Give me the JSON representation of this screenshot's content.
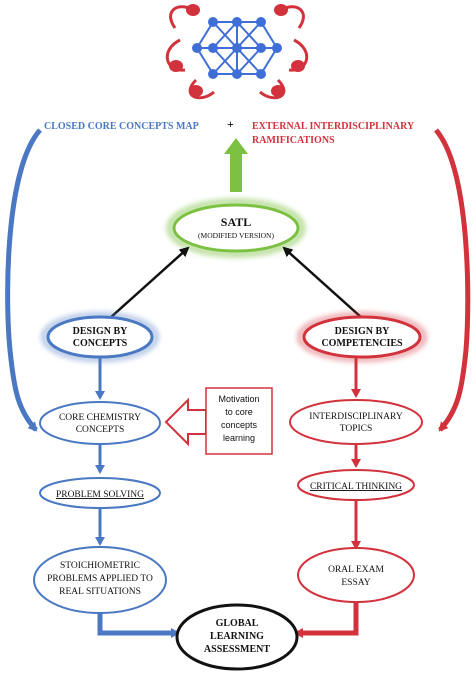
{
  "top_left_label": "CLOSED CORE CONCEPTS MAP",
  "plus_sign": "+",
  "top_right_label_line1": "EXTERNAL INTERDISCIPLINARY",
  "top_right_label_line2": "RAMIFICATIONS",
  "satl_title": "SATL",
  "satl_subtitle": "(MODIFIED VERSION)",
  "design_concepts_line1": "DESIGN BY",
  "design_concepts_line2": "CONCEPTS",
  "design_competencies_line1": "DESIGN BY",
  "design_competencies_line2": "COMPETENCIES",
  "motivation_lines": [
    "Motivation",
    "to core",
    "concepts",
    "learning"
  ],
  "core_chem_line1": "CORE CHEMISTRY",
  "core_chem_line2": "CONCEPTS",
  "interdisciplinary_line1": "INTERDISCIPLINARY",
  "interdisciplinary_line2": "TOPICS",
  "problem_solving": "PROBLEM SOLVING",
  "critical_thinking": "CRITICAL THINKING",
  "stoich_lines": [
    "STOICHIOMETRIC",
    "PROBLEMS APPLIED TO",
    "REAL SITUATIONS"
  ],
  "oral_exam_line1": "ORAL EXAM",
  "oral_exam_line2": "ESSAY",
  "global_lines": [
    "GLOBAL",
    "LEARNING",
    "ASSESSMENT"
  ],
  "colors": {
    "blue": "#4a78c2",
    "red": "#d2323c",
    "green": "#7cc142",
    "network_blue": "#3f6fd6",
    "black": "#111111"
  }
}
